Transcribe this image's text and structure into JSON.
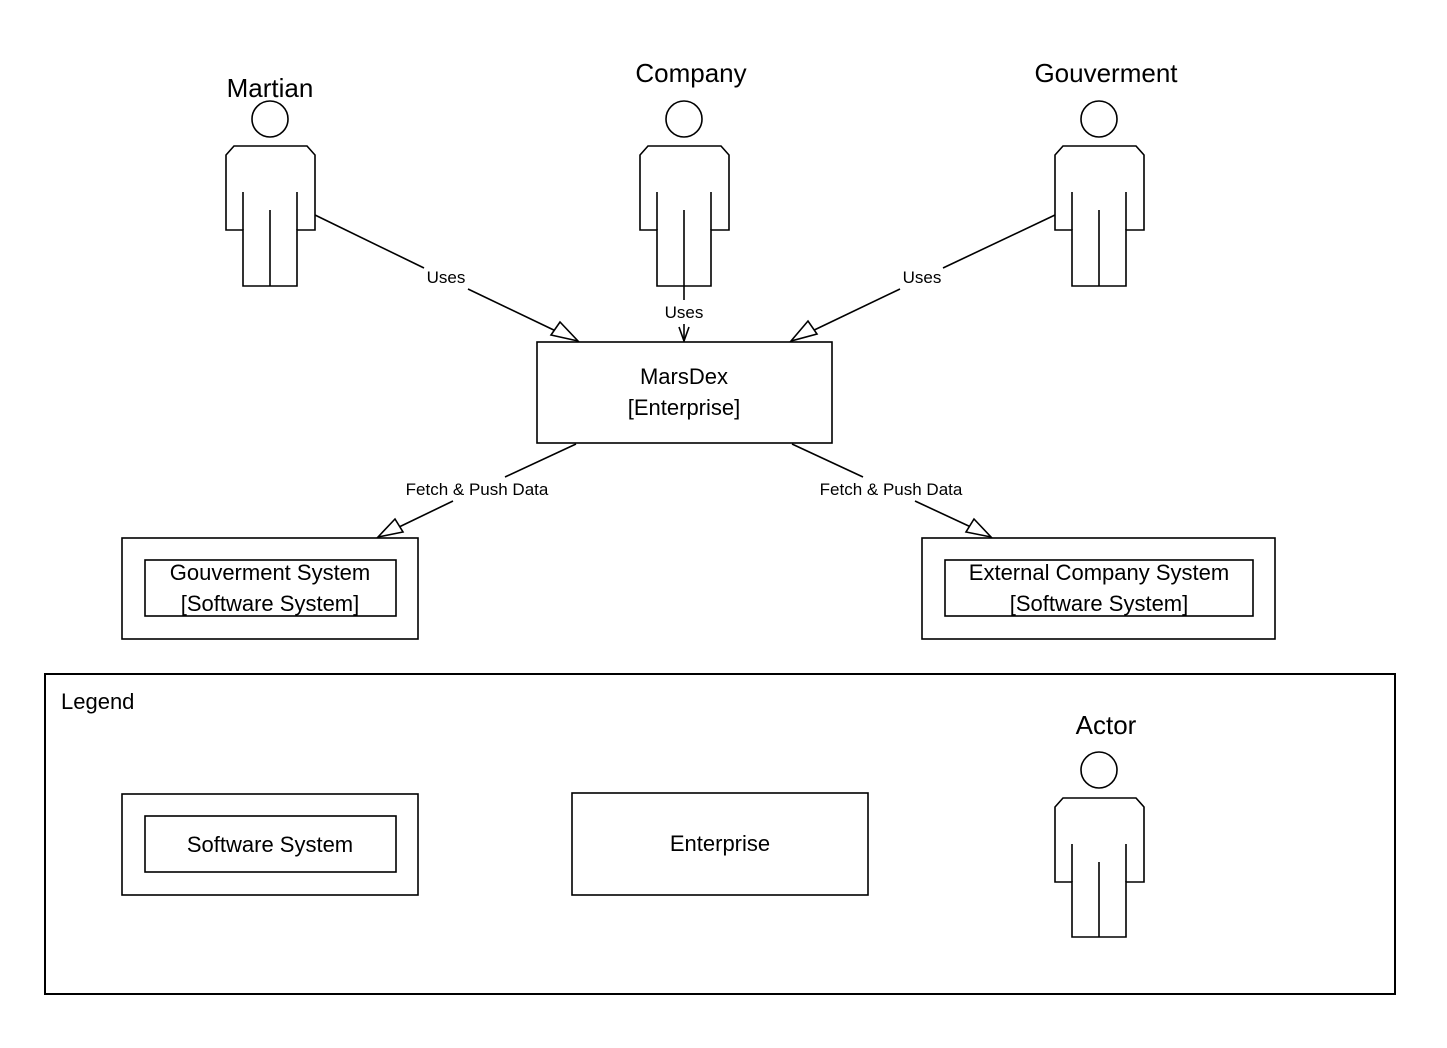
{
  "actors": {
    "martian": "Martian",
    "company": "Company",
    "government": "Gouverment"
  },
  "systems": {
    "marsdex": {
      "name": "MarsDex",
      "type": "[Enterprise]"
    },
    "gov_system": {
      "name": "Gouverment System",
      "type": "[Software System]"
    },
    "ext_system": {
      "name": "External Company System",
      "type": "[Software System]"
    }
  },
  "edges": {
    "martian_uses": "Uses",
    "company_uses": "Uses",
    "gov_uses": "Uses",
    "fetch_push_gov": "Fetch & Push Data",
    "fetch_push_ext": "Fetch & Push Data"
  },
  "legend": {
    "title": "Legend",
    "software_system": "Software System",
    "enterprise": "Enterprise",
    "actor": "Actor"
  }
}
